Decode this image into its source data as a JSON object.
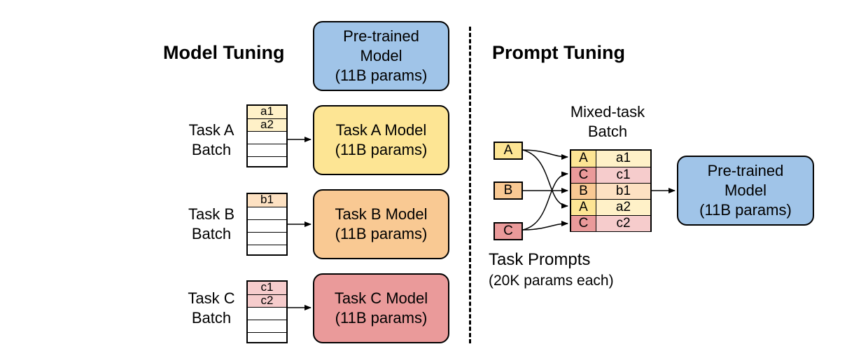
{
  "left": {
    "heading": "Model Tuning",
    "pretrained": {
      "line1": "Pre-trained",
      "line2": "Model",
      "line3": "(11B params)"
    },
    "tasks": [
      {
        "label1": "Task A",
        "label2": "Batch",
        "rows": [
          "a1",
          "a2",
          "",
          "",
          ""
        ],
        "model1": "Task A Model",
        "model2": "(11B params)"
      },
      {
        "label1": "Task B",
        "label2": "Batch",
        "rows": [
          "b1",
          "",
          "",
          "",
          ""
        ],
        "model1": "Task B Model",
        "model2": "(11B params)"
      },
      {
        "label1": "Task C",
        "label2": "Batch",
        "rows": [
          "c1",
          "c2",
          "",
          "",
          ""
        ],
        "model1": "Task C Model",
        "model2": "(11B params)"
      }
    ]
  },
  "right": {
    "heading": "Prompt Tuning",
    "mixed_label1": "Mixed-task",
    "mixed_label2": "Batch",
    "prompts": [
      "A",
      "B",
      "C"
    ],
    "batch_rows": [
      {
        "prompt": "A",
        "item": "a1"
      },
      {
        "prompt": "C",
        "item": "c1"
      },
      {
        "prompt": "B",
        "item": "b1"
      },
      {
        "prompt": "A",
        "item": "a2"
      },
      {
        "prompt": "C",
        "item": "c2"
      }
    ],
    "prompts_label1": "Task Prompts",
    "prompts_label2": "(20K params each)",
    "pretrained": {
      "line1": "Pre-trained",
      "line2": "Model",
      "line3": "(11B params)"
    }
  },
  "colors": {
    "blue": "#a0c4e8",
    "yellow": "#fde594",
    "orange": "#f9c993",
    "red": "#ea9a9a"
  }
}
